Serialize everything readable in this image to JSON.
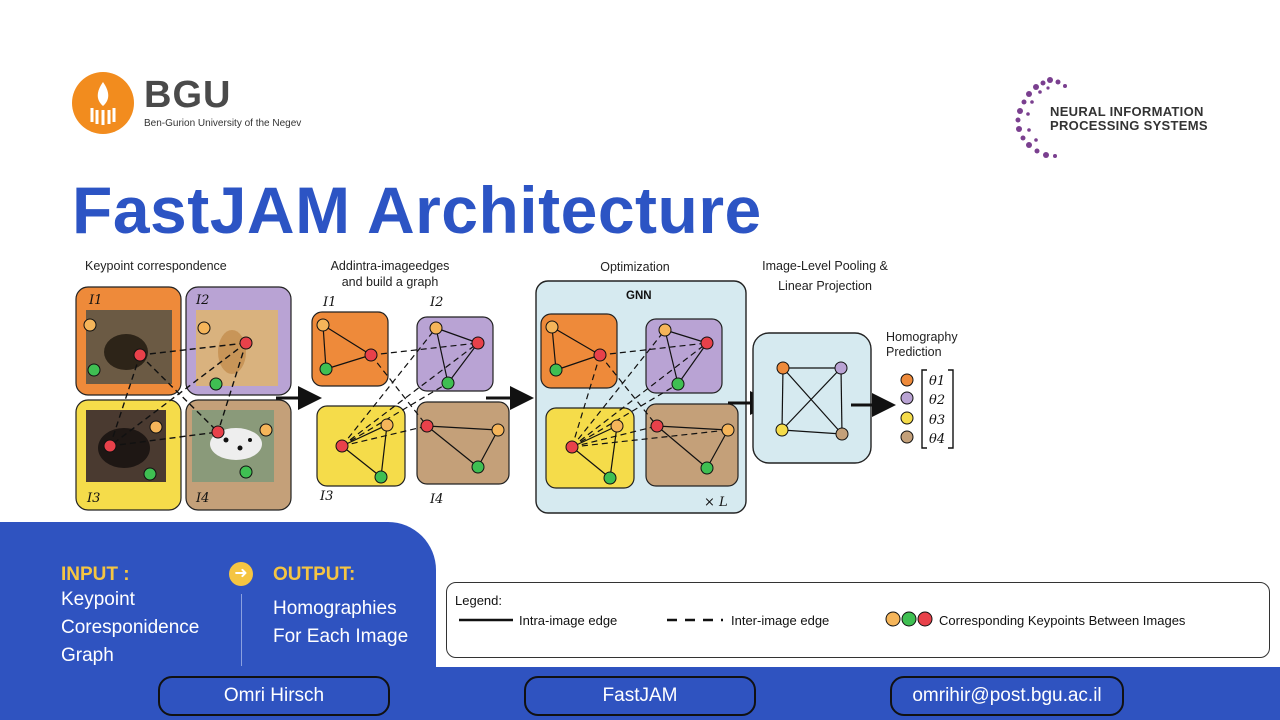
{
  "logos": {
    "bgu_name": "BGU",
    "bgu_subtitle": "Ben-Gurion University of the Negev",
    "nips_line1": "NEURAL INFORMATION",
    "nips_line2": "PROCESSING SYSTEMS"
  },
  "title": "FastJAM Architecture",
  "captions": {
    "step1": "Keypoint correspondence",
    "step2_line1": "Addintra-imageedges",
    "step2_line2": "and build a graph",
    "step3": "Optimization",
    "gnn": "GNN",
    "step4_line1": "Image-Level Pooling &",
    "step4_line2": "Linear Projection",
    "step5_line1": "Homography",
    "step5_line2": "Prediction",
    "times_l": "× L"
  },
  "image_labels": [
    "I1",
    "I2",
    "I3",
    "I4"
  ],
  "image_labels_graph": [
    "I1",
    "I2",
    "I3",
    "I4"
  ],
  "theta_labels": [
    "θ1",
    "θ2",
    "θ3",
    "θ4"
  ],
  "colors": {
    "orange_tile": "#ee8a3a",
    "purple_tile": "#b9a3d4",
    "yellow_tile": "#f5dc4a",
    "brown_tile": "#c4a079",
    "gnn_bg": "#d6eaf0",
    "node_orange": "#f5b55a",
    "node_red": "#e8414a",
    "node_green": "#3fbf52",
    "blue": "#2f53c0",
    "accent_yellow": "#f5c542"
  },
  "io": {
    "input_label": "INPUT :",
    "input_lines": [
      "Keypoint",
      "Coresponidence",
      "Graph"
    ],
    "output_label": "OUTPUT:",
    "output_lines": [
      "Homographies",
      "For Each Image"
    ]
  },
  "legend": {
    "title": "Legend:",
    "intra": "Intra-image edge",
    "inter": "Inter-image edge",
    "keypoints": "Corresponding Keypoints Between Images"
  },
  "footer": {
    "author": "Omri Hirsch",
    "project": "FastJAM",
    "email": "omrihir@post.bgu.ac.il"
  }
}
